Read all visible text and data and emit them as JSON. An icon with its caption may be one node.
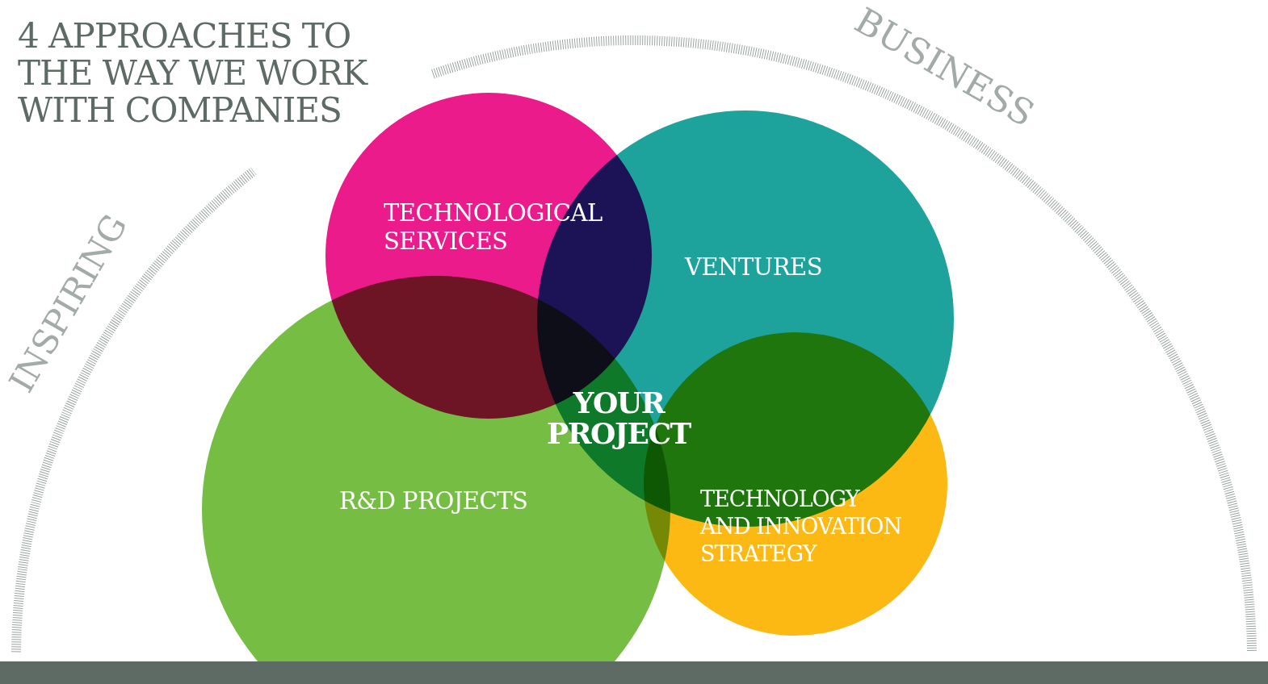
{
  "diagram": {
    "title": "4 APPROACHES TO THE WAY WE WORK WITH COMPANIES",
    "nodes": [
      {
        "text": [
          "TECHNOLOGICAL SERVICES"
        ]
      },
      {
        "text": [
          "VENTURES"
        ]
      },
      {
        "text": [
          "R&D PROJECTS"
        ]
      },
      {
        "text": [
          "TECHNOLOGY AND INNOVATION STRATEGY"
        ]
      }
    ],
    "labels": [
      "BUSINESS",
      "INSPIRING",
      "YOUR PROJECT"
    ]
  }
}
